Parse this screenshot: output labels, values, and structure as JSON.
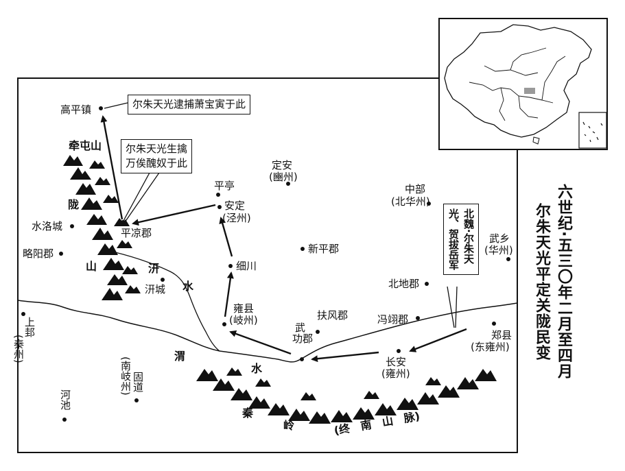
{
  "title": {
    "line1": "六世纪·五三〇年二月至四月",
    "line2": "尔朱天光平定关陇民变"
  },
  "places": {
    "gaopingzhen": "高平镇",
    "pingliangjun": "平凉郡",
    "shuiluocheng": "水洛城",
    "lueyangjun": "略阳郡",
    "qiancheng": "汧城",
    "pingting": "平亭",
    "anding": "安定",
    "anding_sub": "(泾州)",
    "dingan": "定安",
    "dingan_sub": "(豳州)",
    "xichuan": "细川",
    "xinpingjun": "新平郡",
    "zhongbu": "中部",
    "zhongbu_sub": "(北华州)",
    "wuxiang": "武乡",
    "wuxiang_sub": "(华州)",
    "beidijun": "北地郡",
    "yongxian": "雍县",
    "yongxian_sub": "(岐州)",
    "fufengjun": "扶风郡",
    "fengyijun": "冯翊郡",
    "wugongjun_1": "武",
    "wugongjun_2": "功郡",
    "zhengxian": "郑县",
    "zhengxian_sub": "(东雍州)",
    "changan": "长安",
    "changan_sub": "(雍州)",
    "shanggui": "上邽",
    "shanggui_sub": "(秦州)",
    "gudao": "固道",
    "gudao_sub": "(南岐州)",
    "hechi": "河池"
  },
  "mountains": {
    "qiantun": "牵屯山",
    "long": "陇",
    "shan": "山",
    "qin": "秦",
    "ling": "岭",
    "zhongnan": "(终　南　山　脉)"
  },
  "rivers": {
    "qian_1": "汧",
    "qian_2": "水",
    "wei_1": "渭",
    "wei_2": "水"
  },
  "callouts": {
    "top": "尔朱天光逮捕萧宝寅于此",
    "middle": "尔朱天光生擒\n万俟醜奴于此",
    "army": "北魏·尔朱天\n光、贺拔岳军"
  },
  "colors": {
    "ink": "#111111",
    "china_highlight": "#9a9a9a",
    "background": "#ffffff"
  }
}
